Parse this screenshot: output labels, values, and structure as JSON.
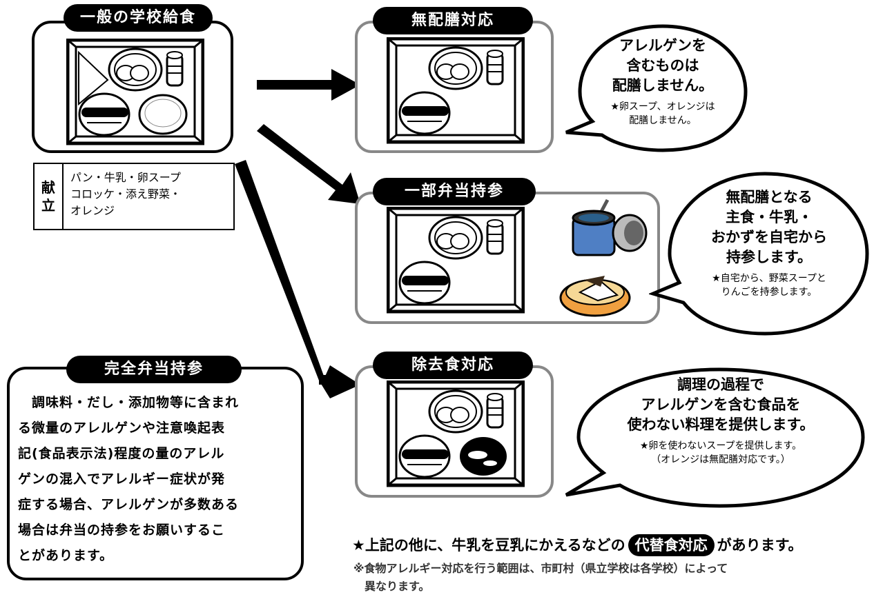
{
  "general": {
    "title": "一般の学校給食",
    "menu_head": [
      "献",
      "立"
    ],
    "menu_lines": [
      "パン・牛乳・卵スープ",
      "コロッケ・添え野菜・",
      "オレンジ"
    ]
  },
  "no_serve": {
    "title": "無配膳対応",
    "bubble_main": [
      "アレルゲンを",
      "含むものは",
      "配膳しません。"
    ],
    "bubble_sub": [
      "★卵スープ、オレンジは",
      "配膳しません。"
    ]
  },
  "partial_bento": {
    "title": "一部弁当持参",
    "bubble_main": [
      "無配膳となる",
      "主食・牛乳・",
      "おかずを自宅から",
      "持参します。"
    ],
    "bubble_sub": [
      "★自宅から、野菜スープと",
      "りんごを持参します。"
    ]
  },
  "removal": {
    "title": "除去食対応",
    "bubble_main": [
      "調理の過程で",
      "アレルゲンを含む食品を",
      "使わない料理を提供します。"
    ],
    "bubble_sub": [
      "★卵を使わないスープを提供します。",
      "（オレンジは無配膳対応です。）"
    ]
  },
  "full_bento": {
    "title": "完全弁当持参",
    "lines": [
      "　調味料・だし・添加物等に含まれ",
      "る微量のアレルゲンや注意喚起表",
      "記(食品表示法)程度の量のアレル",
      "ゲンの混入でアレルギー症状が発",
      "症する場合、アレルゲンが多数ある",
      "場合は弁当の持参をお願いするこ",
      "とがあります。"
    ]
  },
  "notes": {
    "note1_pre": "★上記の他に、牛乳を豆乳にかえるなどの",
    "note1_pill": "代替食対応",
    "note1_post": "があります。",
    "note2": [
      "※食物アレルギー対応を行う範囲は、市町村（県立学校は各学校）によって",
      "　異なります。"
    ]
  },
  "icons": [
    "tray-illustration",
    "soup-jar-icon",
    "lunchbox-icon",
    "arrow-icon",
    "speech-bubble"
  ]
}
